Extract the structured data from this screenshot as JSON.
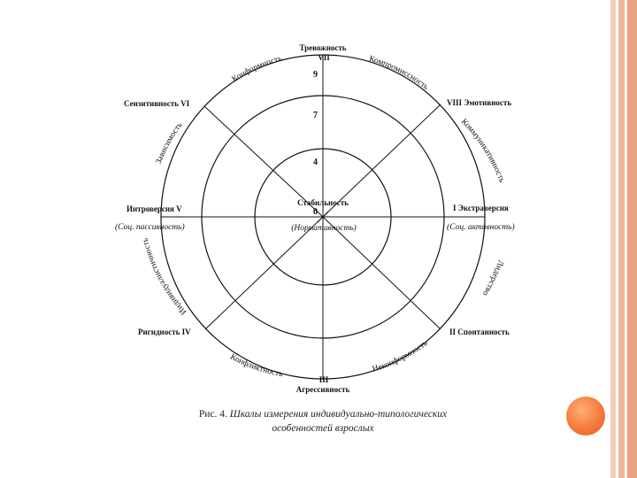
{
  "colors": {
    "stripe_light": "#f7cbb4",
    "stripe_mid": "#f2b497",
    "stripe_dark": "#eba07f",
    "accent_orb": "#f47a3a",
    "line": "#111111"
  },
  "diagram": {
    "scale": {
      "outer": "9",
      "middle": "7",
      "inner": "4",
      "center": "0"
    },
    "poles": {
      "top_name": "Тревожность",
      "top_num": "VII",
      "right_upper": "VIII Эмотивность",
      "right": "I Экстраверсия",
      "right_sub": "(Соц. активность)",
      "right_lower": "II Спонтанность",
      "bottom_num": "III",
      "bottom_name": "Агрессивность",
      "left_lower": "Ригидность IV",
      "left": "Интроверсия V",
      "left_sub": "(Соц. пассивность)",
      "left_upper": "Сензитивность VI"
    },
    "center": {
      "title": "Стабильность",
      "sub": "(Нормативность)"
    },
    "arcs": {
      "konformnost": "Конформность",
      "kompromissnost": "Компромиссность",
      "kommunikativnost": "Коммуникативность",
      "liderstvo": "Лидерство",
      "nekonformnost": "Неконформность",
      "konfliktnost": "Конфликтность",
      "individualistichnost": "Индивидуалистичность",
      "zavisimost": "Зависимость"
    }
  },
  "caption": {
    "prefix": "Рис. 4.",
    "line1": "Шкалы измерения индивидуально-типологических",
    "line2": "особенностей взрослых"
  }
}
